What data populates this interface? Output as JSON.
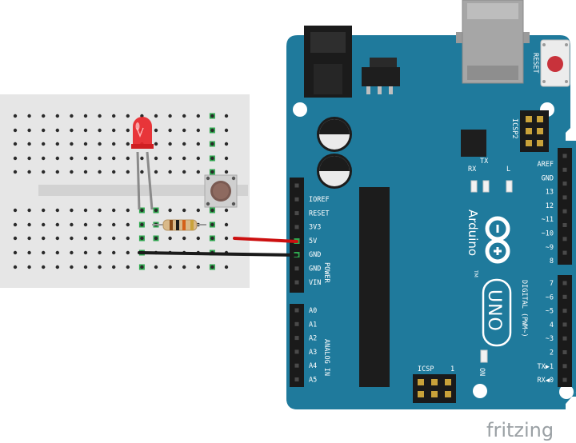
{
  "brand": {
    "watermark": "fritzing"
  },
  "board": {
    "reset_label": "RESET",
    "icsp2_label": "ICSP2",
    "icsp_label": "ICSP",
    "tx_label": "TX",
    "rx_label": "RX",
    "l_label": "L",
    "on_label": "ON",
    "name": "Arduino",
    "tm": "TM",
    "model": "UNO",
    "power_section": "POWER",
    "analog_section": "ANALOG IN",
    "digital_section": "DIGITAL (PWM~)",
    "power_pins": [
      "IOREF",
      "RESET",
      "3V3",
      "5V",
      "GND",
      "GND",
      "VIN"
    ],
    "analog_pins": [
      "A0",
      "A1",
      "A2",
      "A3",
      "A4",
      "A5"
    ],
    "digital_top_pins": [
      "AREF",
      "GND",
      "13",
      "12",
      "~11",
      "~10",
      "~9",
      "8"
    ],
    "digital_bottom_pins": [
      "7",
      "~6",
      "~5",
      "4",
      "~3",
      "2",
      "TX▶1",
      "RX◀0"
    ],
    "pin_one_label": "1"
  },
  "colors": {
    "board_blue": "#1f7a9c",
    "board_dark": "#165c77",
    "wire_red": "#cc1010",
    "wire_black": "#1a1a1a",
    "breadboard": "#e6e6e6",
    "led_red": "#e8262a",
    "connected_hole": "#2fa84f"
  },
  "components": [
    "breadboard",
    "red-led",
    "resistor",
    "pushbutton",
    "arduino-uno",
    "wire-5v",
    "wire-gnd"
  ]
}
